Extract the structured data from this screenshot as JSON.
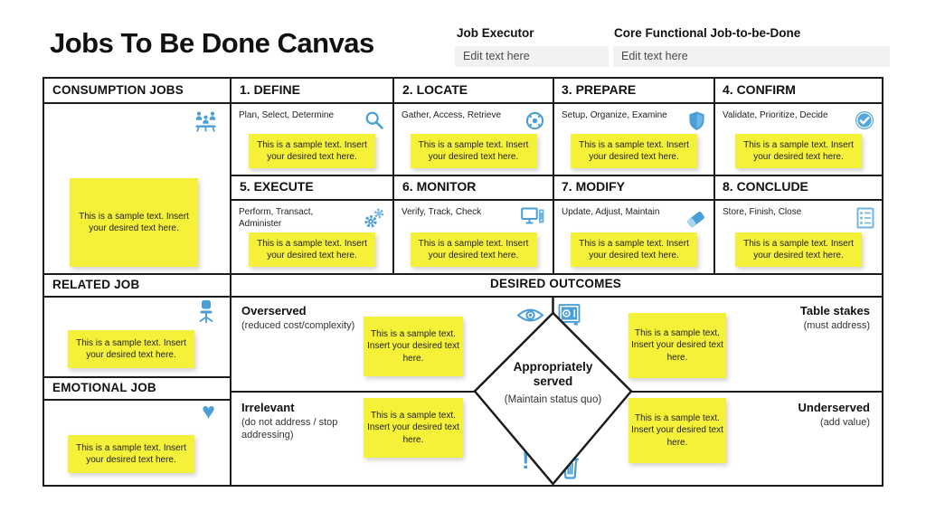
{
  "title": "Jobs To Be Done Canvas",
  "header": {
    "job_executor_label": "Job Executor",
    "job_executor_value": "Edit text here",
    "core_job_label": "Core Functional Job-to-be-Done",
    "core_job_value": "Edit text here"
  },
  "sample_text": "This is a sample text. Insert your desired text here.",
  "left_panel": {
    "consumption": {
      "label": "CONSUMPTION JOBS",
      "icon": "meeting-people-icon"
    },
    "related": {
      "label": "RELATED JOB",
      "icon": "office-chair-icon"
    },
    "emotional": {
      "label": "EMOTIONAL JOB",
      "icon": "heart-icon"
    }
  },
  "job_steps": [
    {
      "label": "1. DEFINE",
      "keywords": "Plan, Select, Determine",
      "icon": "magnifier-icon"
    },
    {
      "label": "2. LOCATE",
      "keywords": "Gather, Access, Retrieve",
      "icon": "locate-compass-icon"
    },
    {
      "label": "3. PREPARE",
      "keywords": "Setup, Organize, Examine",
      "icon": "shield-icon"
    },
    {
      "label": "4. CONFIRM",
      "keywords": "Validate, Prioritize, Decide",
      "icon": "check-circle-icon"
    },
    {
      "label": "5. EXECUTE",
      "keywords": "Perform, Transact, Administer",
      "icon": "gears-icon"
    },
    {
      "label": "6. MONITOR",
      "keywords": "Verify, Track, Check",
      "icon": "computer-icon"
    },
    {
      "label": "7. MODIFY",
      "keywords": "Update, Adjust, Maintain",
      "icon": "eraser-icon"
    },
    {
      "label": "8. CONCLUDE",
      "keywords": "Store, Finish, Close",
      "icon": "checklist-icon"
    }
  ],
  "outcomes": {
    "header": "DESIRED OUTCOMES",
    "overserved": {
      "label": "Overserved",
      "subtitle": "(reduced cost/complexity)",
      "icon": "eye-icon"
    },
    "table_stakes": {
      "label": "Table stakes",
      "subtitle": "(must address)",
      "icon": "safe-icon"
    },
    "irrelevant": {
      "label": "Irrelevant",
      "subtitle": "(do not address / stop addressing)",
      "icon": "exclamation-icon"
    },
    "underserved": {
      "label": "Underserved",
      "subtitle": "(add value)",
      "icon": "trash-icon"
    },
    "center": {
      "title": "Appropriately served",
      "subtitle": "(Maintain status quo)"
    }
  },
  "colors": {
    "accent_blue": "#4A9FD6",
    "sticky_yellow": "#F5F139",
    "border_black": "#1C1C1C",
    "input_bg": "#F2F2F2"
  }
}
